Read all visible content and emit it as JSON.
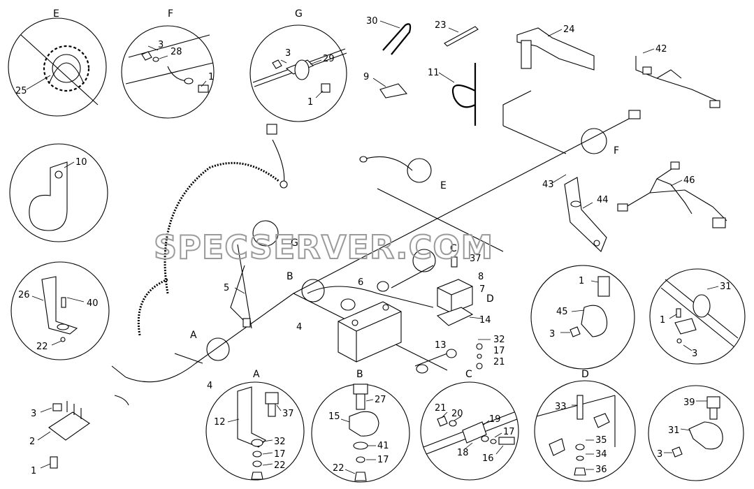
{
  "views": {
    "E_top": "E",
    "F_top": "F",
    "G_top": "G",
    "A_bottom": "A",
    "B_bottom": "B",
    "C_bottom": "C",
    "D_bottom": "D",
    "A_main": "A",
    "B_main": "B",
    "C_main": "C",
    "D_main": "D",
    "E_main": "E",
    "F_main": "F",
    "G_main": "G"
  },
  "watermark": "SPECSERVER.COM",
  "callouts": {
    "c1": "1",
    "c2": "2",
    "c3": "3",
    "c4": "4",
    "c5": "5",
    "c6": "6",
    "c7": "7",
    "c8": "8",
    "c9": "9",
    "c10": "10",
    "c11": "11",
    "c12": "12",
    "c13": "13",
    "c14": "14",
    "c15": "15",
    "c16": "16",
    "c17": "17",
    "c18": "18",
    "c19": "19",
    "c20": "20",
    "c21": "21",
    "c22": "22",
    "c23": "23",
    "c24": "24",
    "c25": "25",
    "c26": "26",
    "c27": "27",
    "c28": "28",
    "c29": "29",
    "c30": "30",
    "c31": "31",
    "c32": "32",
    "c33": "33",
    "c34": "34",
    "c35": "35",
    "c36": "36",
    "c37": "37",
    "c39": "39",
    "c40": "40",
    "c41": "41",
    "c42": "42",
    "c43": "43",
    "c44": "44",
    "c45": "45",
    "c46": "46"
  }
}
